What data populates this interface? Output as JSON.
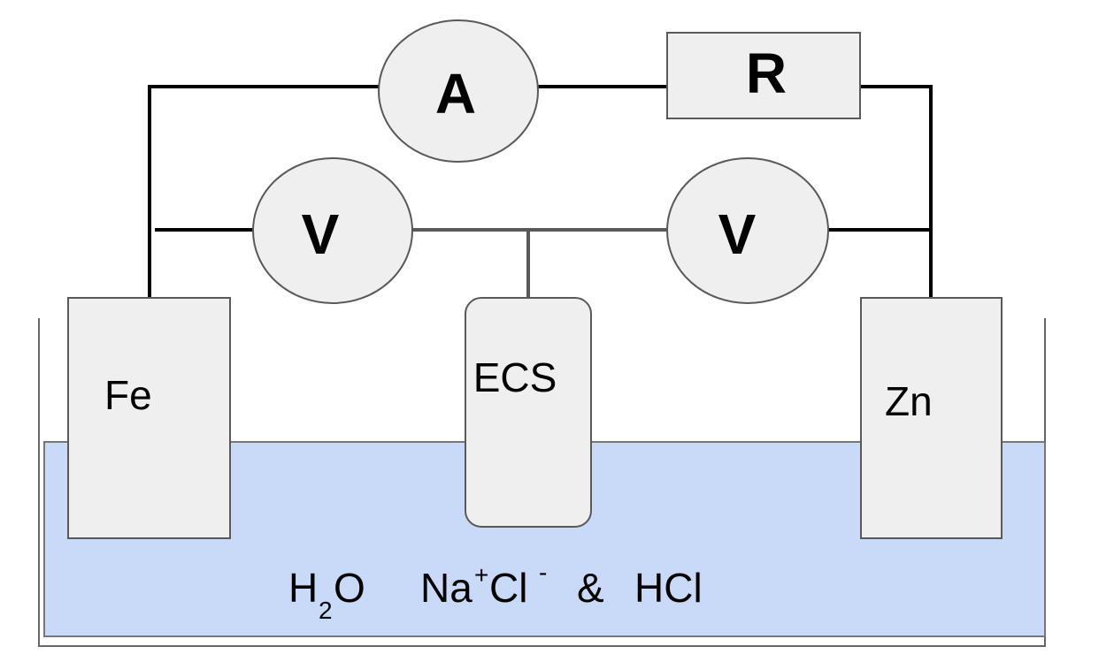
{
  "diagram": {
    "ammeter_label": "A",
    "resistor_label": "R",
    "voltmeter_left_label": "V",
    "voltmeter_right_label": "V",
    "electrode_left_label": "Fe",
    "reference_electrode_label": "ECS",
    "electrode_right_label": "Zn",
    "solution": {
      "water_main": "H",
      "water_sub": "2",
      "water_tail": "O",
      "salt_na": "Na",
      "salt_plus": "+",
      "salt_cl": "Cl",
      "salt_minus": "-",
      "connector": "&",
      "acid": "HCl"
    },
    "colors": {
      "solution_fill": "#c9daf8",
      "component_fill": "#efefef",
      "wire_black": "#000000",
      "wire_gray": "#595959"
    }
  }
}
